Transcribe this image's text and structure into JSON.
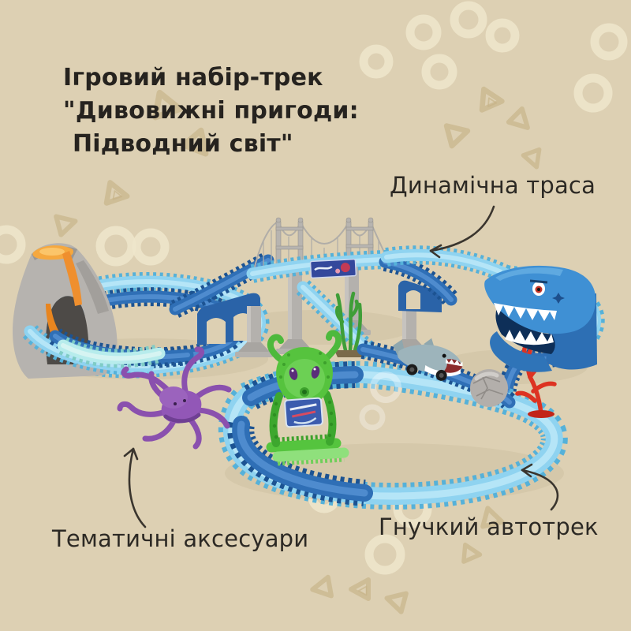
{
  "canvas": {
    "background_color": "#ddd0b3",
    "text_color": "#26231f"
  },
  "title": {
    "line1": "Ігровий набір-трек",
    "line2": "\"Дивовижні пригоди:",
    "line3": "Підводний світ\""
  },
  "callouts": {
    "dynamic_track": {
      "label": "Динамічна траса"
    },
    "themed_accessories": {
      "label": "Тематичні аксесуари"
    },
    "flexible_track": {
      "label": "Гнучкий автотрек"
    }
  },
  "product": {
    "parts": [
      "volcano-arch-with-lava",
      "suspension-bridge",
      "flexible-track-light-blue",
      "flexible-track-dark-blue",
      "flexible-track-mint",
      "shark-head-tunnel",
      "shark-car",
      "stone-ball",
      "red-coral",
      "seaweed",
      "green-octopus-gate",
      "purple-octopus-accessory"
    ],
    "colors": {
      "track_light": "#8fd3f0",
      "track_dark": "#2f6fb6",
      "track_mint": "#b7ecec",
      "shark_blue": "#3f90d4",
      "octopus_green": "#56c33e",
      "octopus_purple": "#9257b7",
      "coral_red": "#dd3322",
      "lava_orange": "#f0982f",
      "rock_gray": "#b6b3af"
    }
  },
  "decorations": {
    "ring_color": "#efe6cb",
    "triangle_color": "#c6b287",
    "arrow_color": "#3a352e"
  }
}
